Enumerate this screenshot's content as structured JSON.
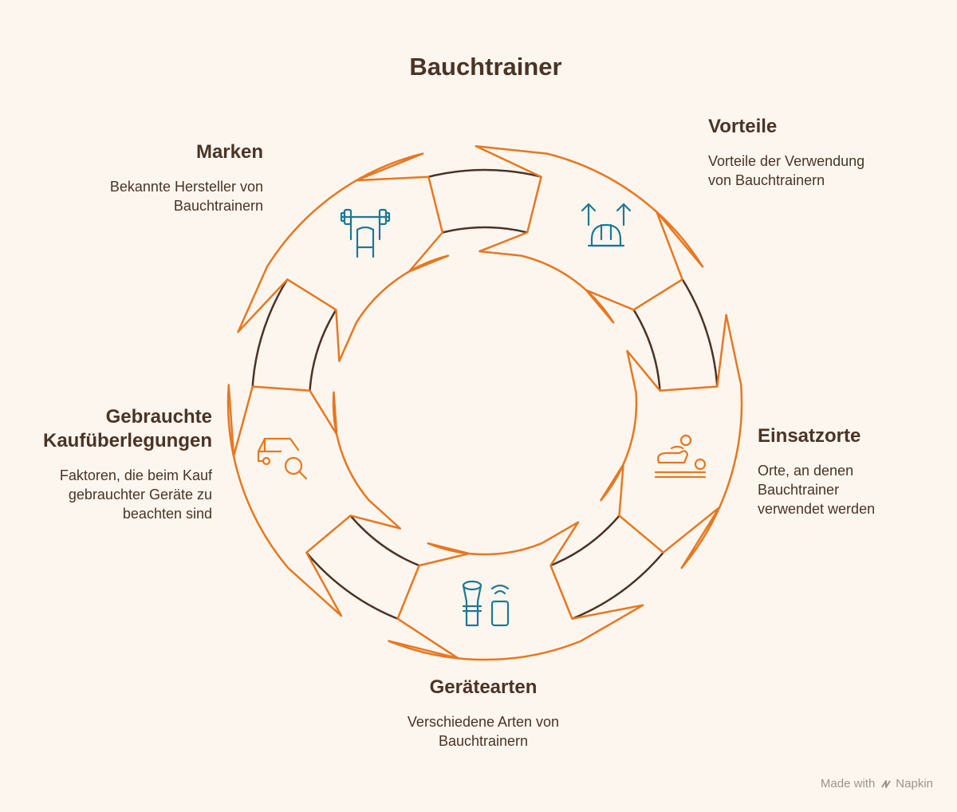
{
  "title": "Bauchtrainer",
  "colors": {
    "accent": "#e8771f",
    "fill": "#fdf6ef",
    "ring": "#4a3426",
    "icon_blue": "#1e7894",
    "text": "#4a3426"
  },
  "segments": [
    {
      "key": "marken",
      "heading": "Marken",
      "description": "Bekannte Hersteller von Bauchtrainern",
      "icon": "weightlifting-bench-icon"
    },
    {
      "key": "vorteile",
      "heading": "Vorteile",
      "description": "Vorteile der Verwendung von Bauchtrainern",
      "icon": "safety-helmet-arrows-icon"
    },
    {
      "key": "einsatzorte",
      "heading": "Einsatzorte",
      "description": "Orte, an denen Bauchtrainer verwendet werden",
      "icon": "massage-person-icon"
    },
    {
      "key": "geraetearten",
      "heading": "Gerätearten",
      "description": "Verschiedene Arten von Bauchtrainern",
      "icon": "smart-devices-icon"
    },
    {
      "key": "gebrauchte",
      "heading": "Gebrauchte Kaufüberlegungen",
      "description": "Faktoren, die beim Kauf gebrauchter Geräte zu beachten sind",
      "icon": "car-search-icon"
    }
  ],
  "footer": {
    "made_with": "Made with",
    "brand": "Napkin"
  }
}
